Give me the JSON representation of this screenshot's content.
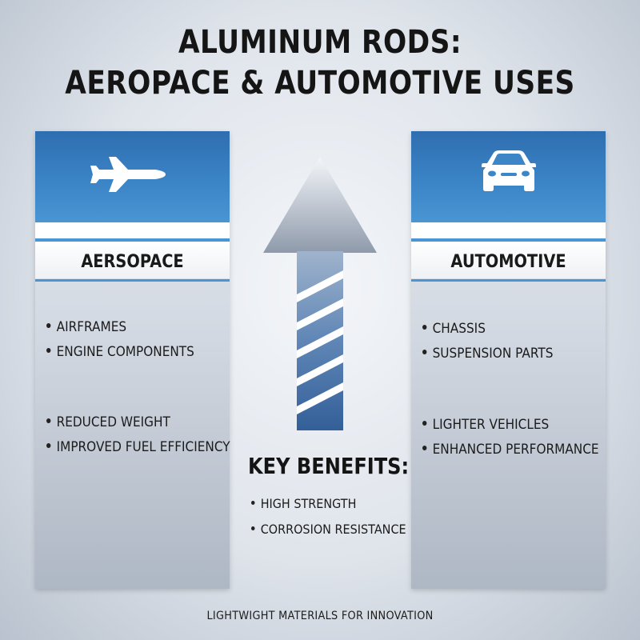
{
  "title": {
    "line1": "ALUMINUM RODS:",
    "line2": "AEROPACE & AUTOMOTIVE USES"
  },
  "left_panel": {
    "icon": "airplane-icon",
    "label": "AERSOPACE",
    "uses": [
      "AIRFRAMES",
      "ENGINE COMPONENTS"
    ],
    "benefits": [
      "REDUCED WEIGHT",
      "IMPROVED FUEL EFFICIENCY"
    ]
  },
  "right_panel": {
    "icon": "car-icon",
    "label": "AUTOMOTIVE",
    "uses": [
      "CHASSIS",
      "SUSPENSION PARTS"
    ],
    "benefits": [
      "LIGHTER VEHICLES",
      "ENHANCED PERFORMANCE"
    ]
  },
  "center": {
    "icon": "up-arrow-icon",
    "key_benefits_title": "KEY BENEFITS:",
    "key_benefits": [
      "HIGH STRENGTH",
      "CORROSION RESISTANCE"
    ]
  },
  "footer": "LIGHTWIGHT MATERIALS FOR INNOVATION",
  "colors": {
    "accent_blue": "#3c86c8",
    "arrow_dark_blue": "#3a6ea8",
    "text": "#151515"
  }
}
